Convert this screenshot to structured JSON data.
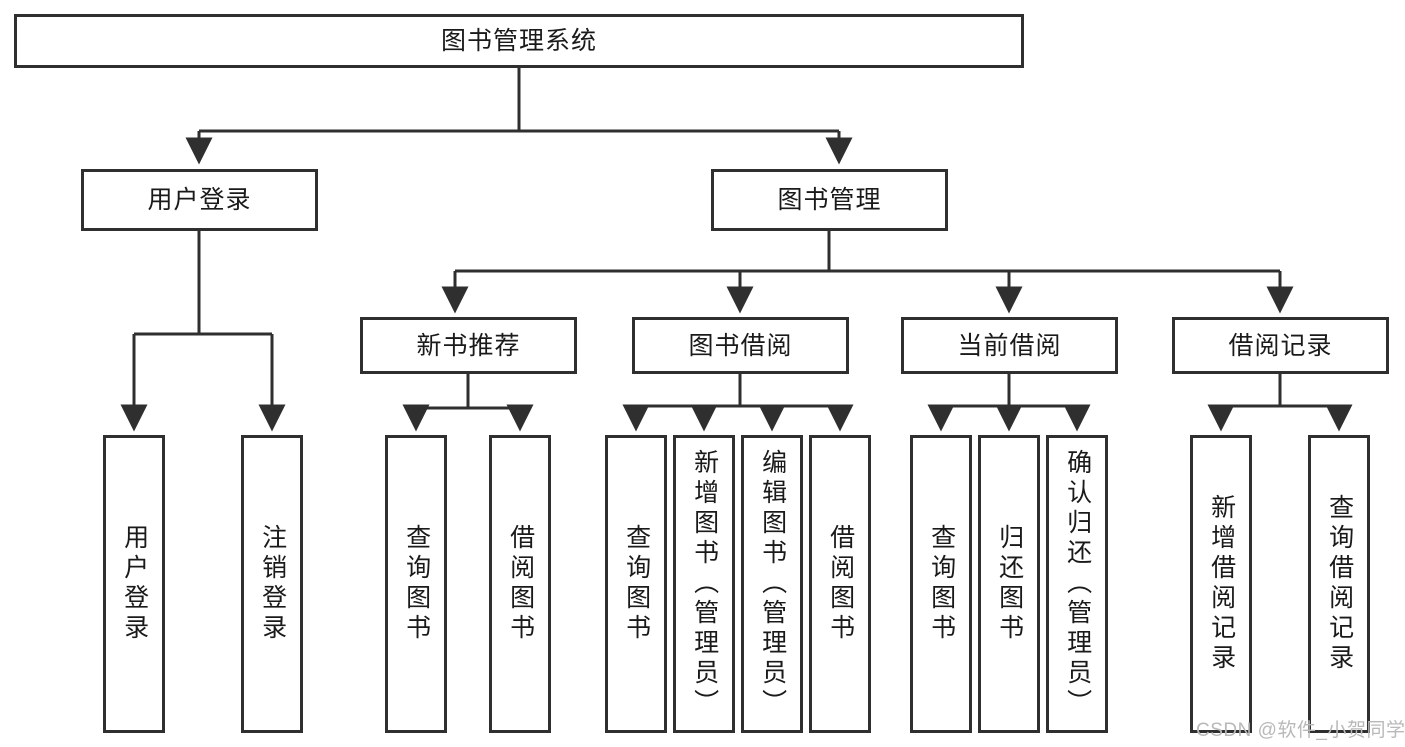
{
  "diagram": {
    "title": "图书管理系统",
    "type": "tree-hierarchy-diagram",
    "colors": {
      "box_border": "#2f2f2f",
      "box_fill": "#ffffff",
      "connector": "#2f2f2f",
      "watermark": "#b9b9b9",
      "background": "#ffffff"
    },
    "root": {
      "label": "图书管理系统"
    },
    "level1": [
      {
        "label": "用户登录"
      },
      {
        "label": "图书管理"
      }
    ],
    "level2": [
      {
        "label": "新书推荐"
      },
      {
        "label": "图书借阅"
      },
      {
        "label": "当前借阅"
      },
      {
        "label": "借阅记录"
      }
    ],
    "leaves": {
      "user_login": [
        {
          "label": "用户登录"
        },
        {
          "label": "注销登录"
        }
      ],
      "new_book_recommend": [
        {
          "label": "查询图书"
        },
        {
          "label": "借阅图书"
        }
      ],
      "book_borrow": [
        {
          "label": "查询图书"
        },
        {
          "label": "新增图书（管理员）"
        },
        {
          "label": "编辑图书（管理员）"
        },
        {
          "label": "借阅图书"
        }
      ],
      "current_borrow": [
        {
          "label": "查询图书"
        },
        {
          "label": "归还图书"
        },
        {
          "label": "确认归还（管理员）"
        }
      ],
      "borrow_records": [
        {
          "label": "新增借阅记录"
        },
        {
          "label": "查询借阅记录"
        }
      ]
    }
  },
  "watermark": {
    "text": "CSDN @软件_小贺同学"
  }
}
